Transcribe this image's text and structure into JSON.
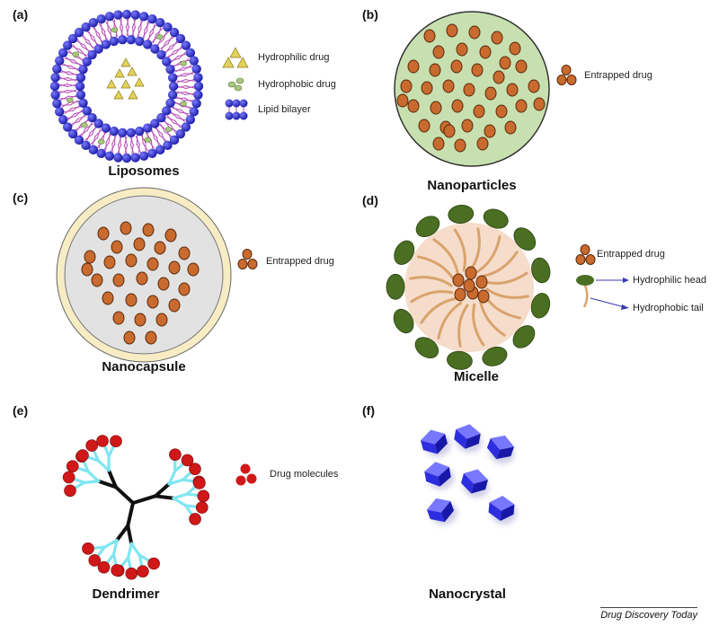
{
  "panels": {
    "a": {
      "label": "(a)",
      "title": "Liposomes",
      "legend": [
        "Hydrophilic drug",
        "Hydrophobic drug",
        "Lipid bilayer"
      ]
    },
    "b": {
      "label": "(b)",
      "title": "Nanoparticles",
      "legend": [
        "Entrapped drug"
      ]
    },
    "c": {
      "label": "(c)",
      "title": "Nanocapsule",
      "legend": [
        "Entrapped drug"
      ]
    },
    "d": {
      "label": "(d)",
      "title": "Micelle",
      "legend": [
        "Entrapped drug",
        "Hydrophilic head",
        "Hydrophobic tail"
      ]
    },
    "e": {
      "label": "(e)",
      "title": "Dendrimer",
      "legend": [
        "Drug molecules"
      ]
    },
    "f": {
      "label": "(f)",
      "title": "Nanocrystal"
    }
  },
  "caption": "Drug Discovery Today",
  "colors": {
    "lipid_head": "#2b2bcc",
    "lipid_tail": "#b84fb8",
    "hydrophilic_drug": "#e3d25a",
    "hydrophobic_drug": "#a9c77f",
    "nanoparticle_fill": "#c8e0b0",
    "drug": "#c96a2e",
    "capsule_shell": "#f7ecc4",
    "capsule_core": "#e2e2e2",
    "micelle_core": "#f6dccb",
    "micelle_head": "#4a6e22",
    "micelle_tail": "#d9a36b",
    "dendrimer_core": "#111111",
    "dendrimer_branch": "#7fe6f0",
    "dendrimer_drug": "#d01818",
    "crystal": "#2d2de0"
  }
}
